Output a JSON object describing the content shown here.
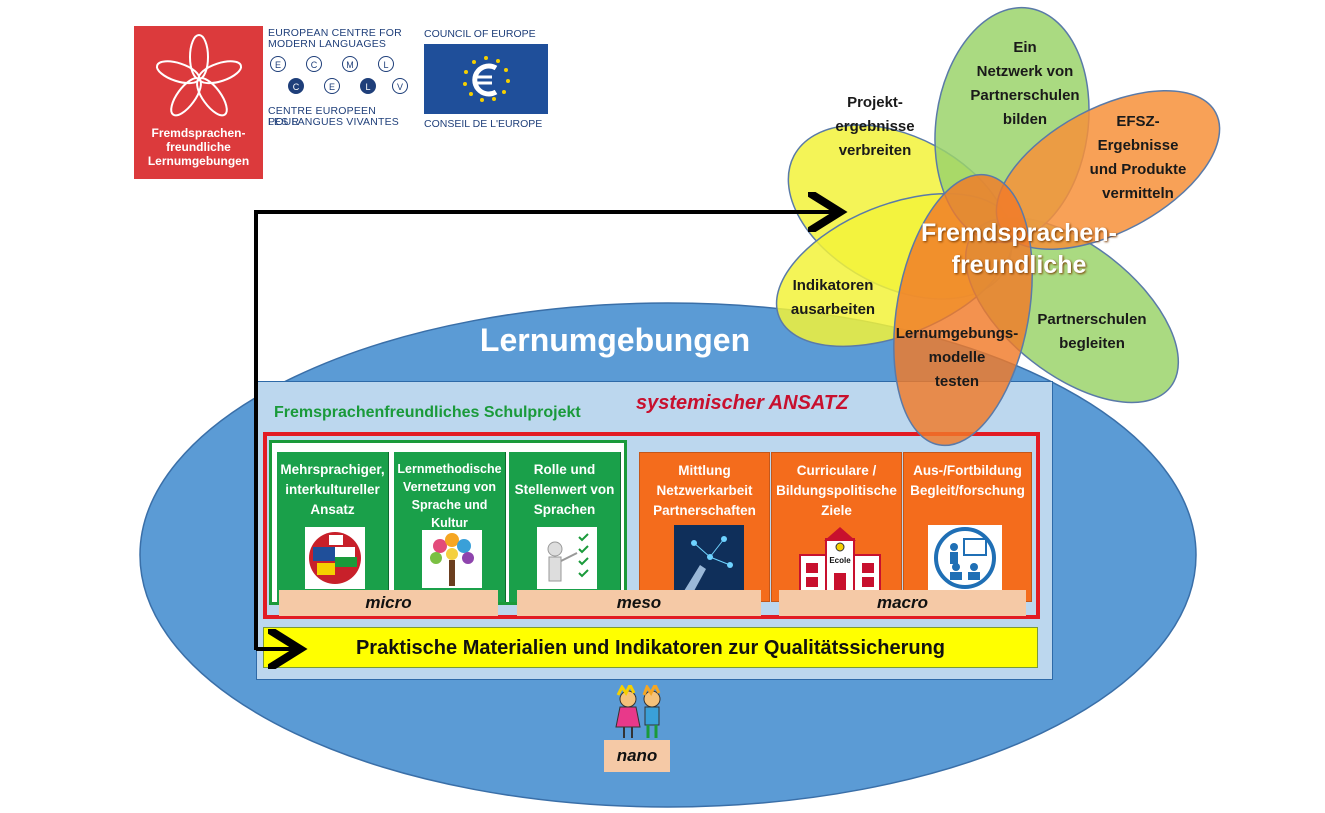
{
  "logos": {
    "fs_logo_text": [
      "Fremdsprachen-",
      "freundliche",
      "Lernumgebungen"
    ],
    "ecml_top": [
      "EUROPEAN CENTRE FOR",
      "MODERN  LANGUAGES"
    ],
    "ecml_bottom": [
      "CENTRE EUROPEEN POUR",
      "LES  LANGUES  VIVANTES"
    ],
    "ecml_letters": [
      "E",
      "C",
      "M",
      "L",
      "C",
      "E",
      "L",
      "V"
    ],
    "coe_top": "COUNCIL  OF  EUROPE",
    "coe_bottom": "CONSEIL  DE  L'EUROPE"
  },
  "flower": {
    "petals": {
      "projekt": [
        "Projekt-",
        "ergebnisse",
        "verbreiten"
      ],
      "netzwerk": [
        "Ein",
        "Netzwerk von",
        "Partnerschulen",
        "bilden"
      ],
      "efsz": [
        "EFSZ-",
        "Ergebnisse",
        "und Produkte",
        "vermitteln"
      ],
      "indikatoren": [
        "Indikatoren",
        "ausarbeiten"
      ],
      "partnerschulen": [
        "Partnerschulen",
        "begleiten"
      ],
      "lernumgebungs": [
        "Lernumgebungs-",
        "modelle",
        "testen"
      ]
    },
    "center_title": [
      "Fremdsprachen-",
      "freundliche"
    ]
  },
  "main": {
    "title": "Lernumgebungen",
    "school_project": "Fremsprachenfreundliches Schulprojekt",
    "approach": "systemischer ANSATZ",
    "green_cards": [
      {
        "label": [
          "Mehrsprachiger,",
          "interkultureller",
          "Ansatz"
        ],
        "icon": "globe-flags-icon"
      },
      {
        "label": [
          "Lernmethodische",
          "Vernetzung von",
          "Sprache und",
          "Kultur"
        ],
        "icon": "tree-icon"
      },
      {
        "label": [
          "Rolle und",
          "Stellenwert von",
          "Sprachen"
        ],
        "icon": "presenter-checklist-icon"
      }
    ],
    "orange_cards": [
      {
        "label": [
          "Mittlung",
          "Netzwerkarbeit",
          "Partnerschaften"
        ],
        "icon": "network-touch-icon"
      },
      {
        "label": [
          "Curriculare /",
          "Bildungspolitische",
          "Ziele"
        ],
        "icon": "school-building-icon"
      },
      {
        "label": [
          "Aus-/Fortbildung",
          "Begleit/forschung"
        ],
        "icon": "teacher-class-icon"
      }
    ],
    "bands": {
      "micro": "micro",
      "meso": "meso",
      "macro": "macro"
    },
    "materials": "Praktische Materialien und Indikatoren zur Qualitätssicherung",
    "nano": "nano",
    "school_sign": "Ecole"
  },
  "colors": {
    "ellipse": "#5b9bd5",
    "green": "#1aa04a",
    "orange": "#f46c1c",
    "red": "#e21b23",
    "yellow": "#ffff00",
    "band": "#f5c9a6"
  }
}
